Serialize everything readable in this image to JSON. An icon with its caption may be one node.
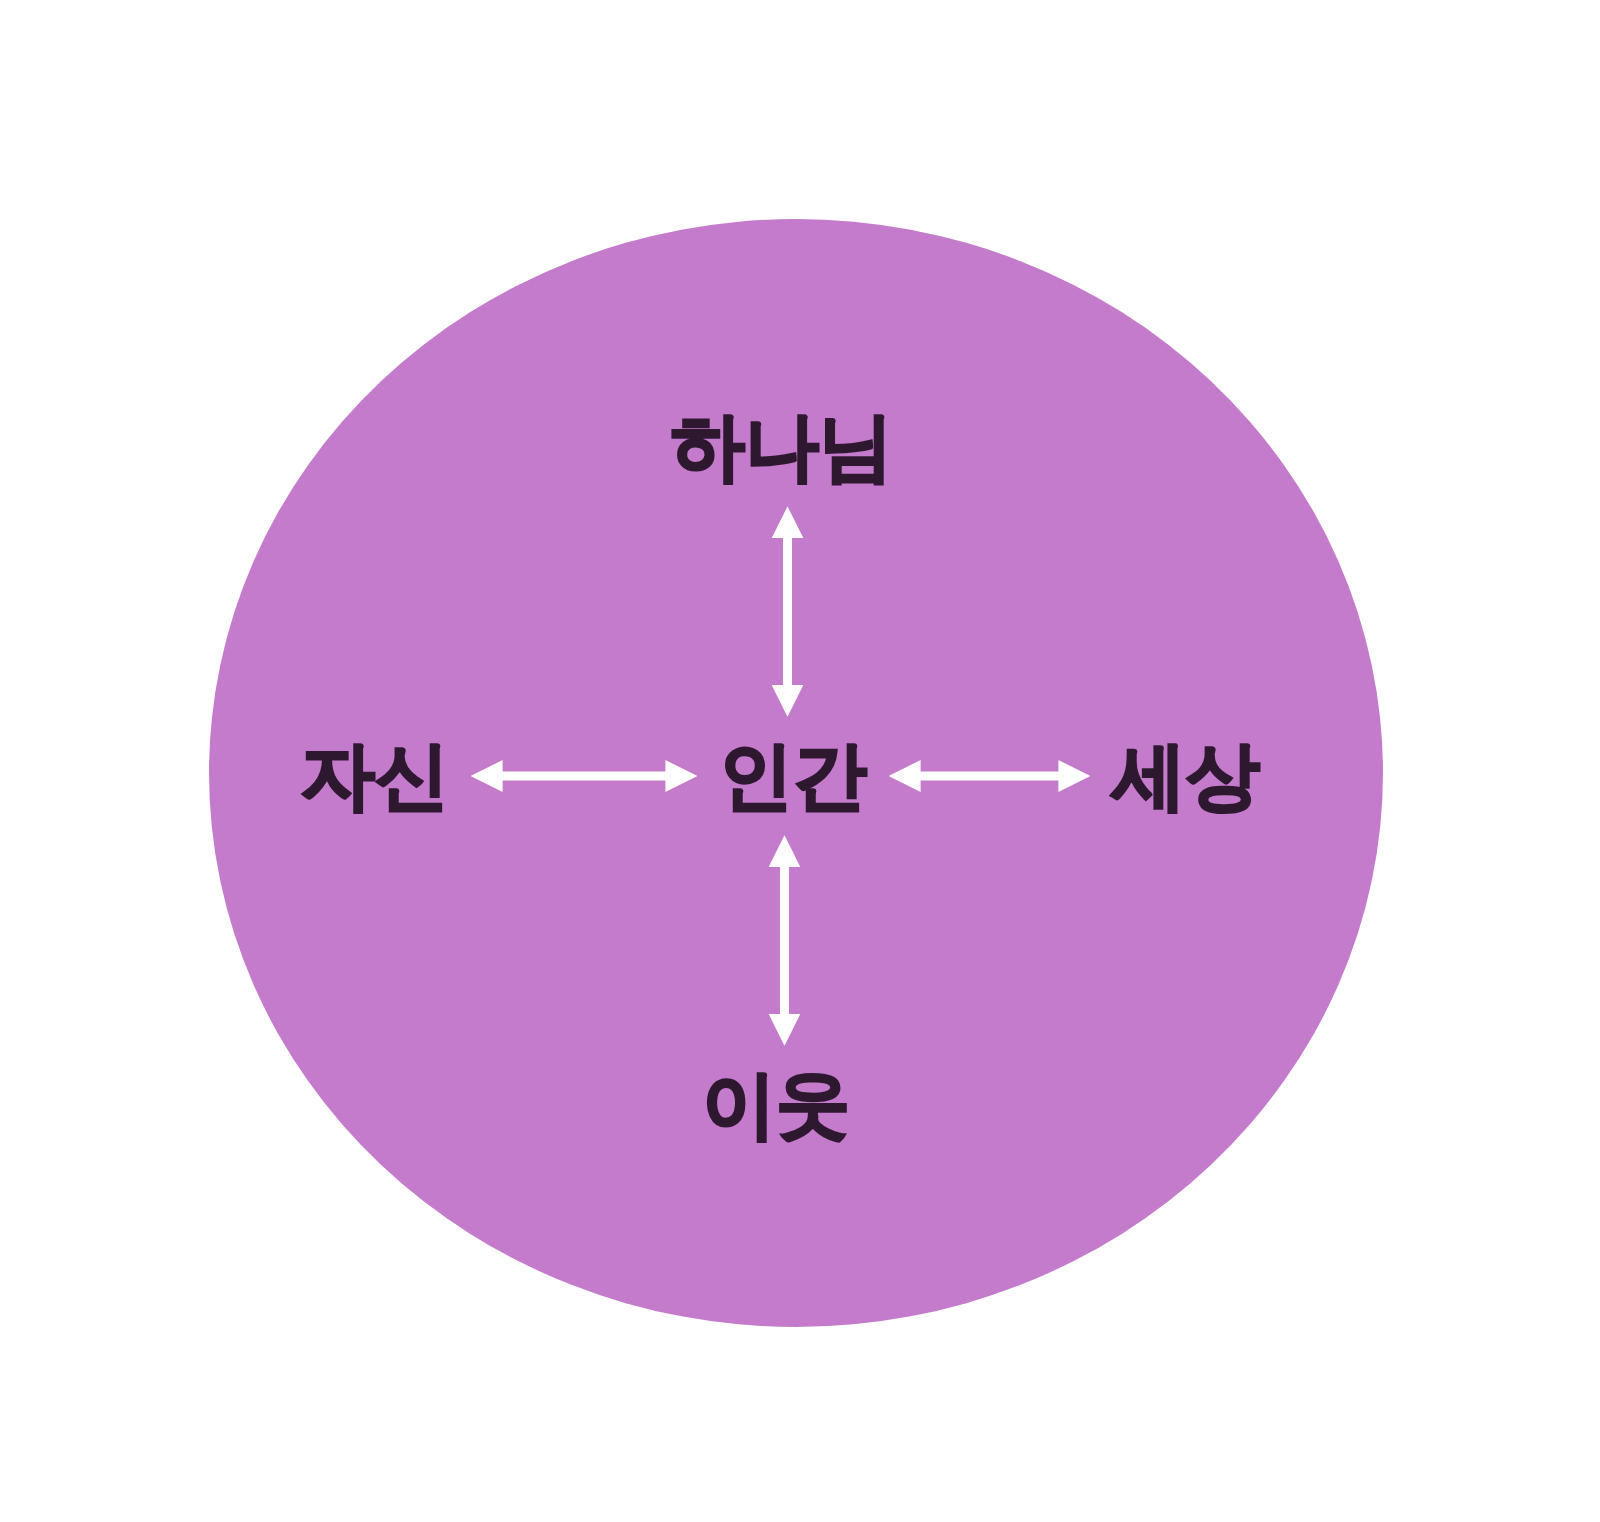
{
  "diagram": {
    "nodes": [
      {
        "text": [],
        "shape": "circle"
      },
      {
        "text": [
          "하나님"
        ],
        "in": 0
      },
      {
        "text": [
          "자신"
        ],
        "in": 0
      },
      {
        "text": [
          "인간"
        ],
        "in": 0
      },
      {
        "text": [
          "세상"
        ],
        "in": 0
      },
      {
        "text": [
          "이웃"
        ],
        "in": 0
      }
    ],
    "edges": [
      {
        "from": 1,
        "to": 3,
        "arrow": "both"
      },
      {
        "from": 2,
        "to": 3,
        "arrow": "both"
      },
      {
        "from": 3,
        "to": 4,
        "arrow": "both"
      },
      {
        "from": 3,
        "to": 5,
        "arrow": "both"
      }
    ]
  }
}
